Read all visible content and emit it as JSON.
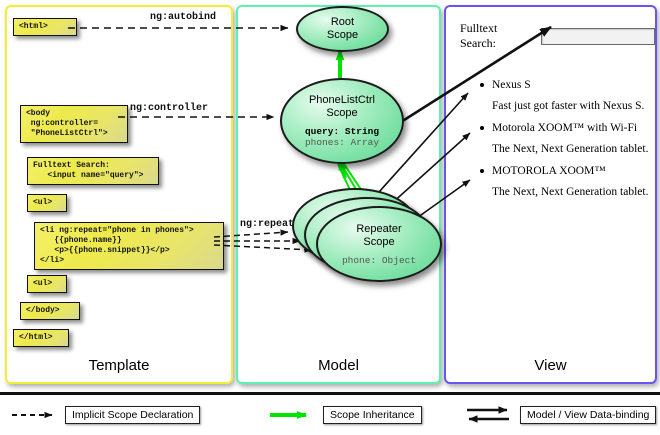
{
  "panels": {
    "template": {
      "title": "Template",
      "border_color": "#f2ee37"
    },
    "model": {
      "title": "Model",
      "border_color": "#5df2b0"
    },
    "view": {
      "title": "View",
      "border_color": "#6655ee"
    }
  },
  "template_boxes": [
    {
      "id": "html-open",
      "text": "<html>"
    },
    {
      "id": "body-open",
      "text": "<body\n ng:controller=\n \"PhoneListCtrl\">"
    },
    {
      "id": "search",
      "text": "Fulltext Search:\n   <input name=\"query\">"
    },
    {
      "id": "ul-open",
      "text": "<ul>"
    },
    {
      "id": "li-repeat",
      "text": "<li ng:repeat=\"phone in phones\">\n   {{phone.name}}\n   <p>{{phone.snippet}}</p>\n</li>"
    },
    {
      "id": "ul-close",
      "text": "<ul>"
    },
    {
      "id": "body-close",
      "text": "</body>"
    },
    {
      "id": "html-close",
      "text": "</html>"
    }
  ],
  "edge_labels": {
    "autobind": "ng:autobind",
    "controller": "ng:controller",
    "repeat": "ng:repeat"
  },
  "scopes": [
    {
      "id": "root-scope",
      "title_line1": "Root",
      "title_line2": "Scope",
      "props": []
    },
    {
      "id": "phonelistctrl-scope",
      "title_line1": "PhoneListCtrl",
      "title_line2": "Scope",
      "props": [
        {
          "text": "query: String",
          "emphasis": "bold"
        },
        {
          "text": "phones: Array",
          "emphasis": "dim"
        }
      ]
    },
    {
      "id": "repeater-scope",
      "title_line1": "Repeater",
      "title_line2": "Scope",
      "props": [
        {
          "text": "phone: Object",
          "emphasis": "dim"
        }
      ]
    }
  ],
  "view": {
    "search_label": "Fulltext Search:",
    "search_value": "",
    "search_placeholder": "",
    "items": [
      {
        "name": "Nexus S",
        "snippet": "Fast just got faster with Nexus S."
      },
      {
        "name": "Motorola XOOM™  with Wi-Fi",
        "snippet": "The Next, Next Generation tablet."
      },
      {
        "name": "MOTOROLA XOOM™",
        "snippet": "The Next, Next Generation tablet."
      }
    ]
  },
  "legend": [
    {
      "id": "implicit",
      "label": "Implicit Scope Declaration",
      "style": "dashed-black-arrow",
      "color": "#000000"
    },
    {
      "id": "inherit",
      "label": "Scope Inheritance",
      "style": "solid-green-arrow",
      "color": "#00e000"
    },
    {
      "id": "binding",
      "label": "Model / View Data-binding",
      "style": "double-headed-black-arrow",
      "color": "#000000"
    }
  ],
  "colors": {
    "template_border": "#f2ee37",
    "model_border": "#5df2b0",
    "view_border": "#6655ee",
    "code_box_fill": "#eeea4b",
    "scope_fill": "#7fe2a8",
    "inheritance_arrow": "#00e000"
  }
}
